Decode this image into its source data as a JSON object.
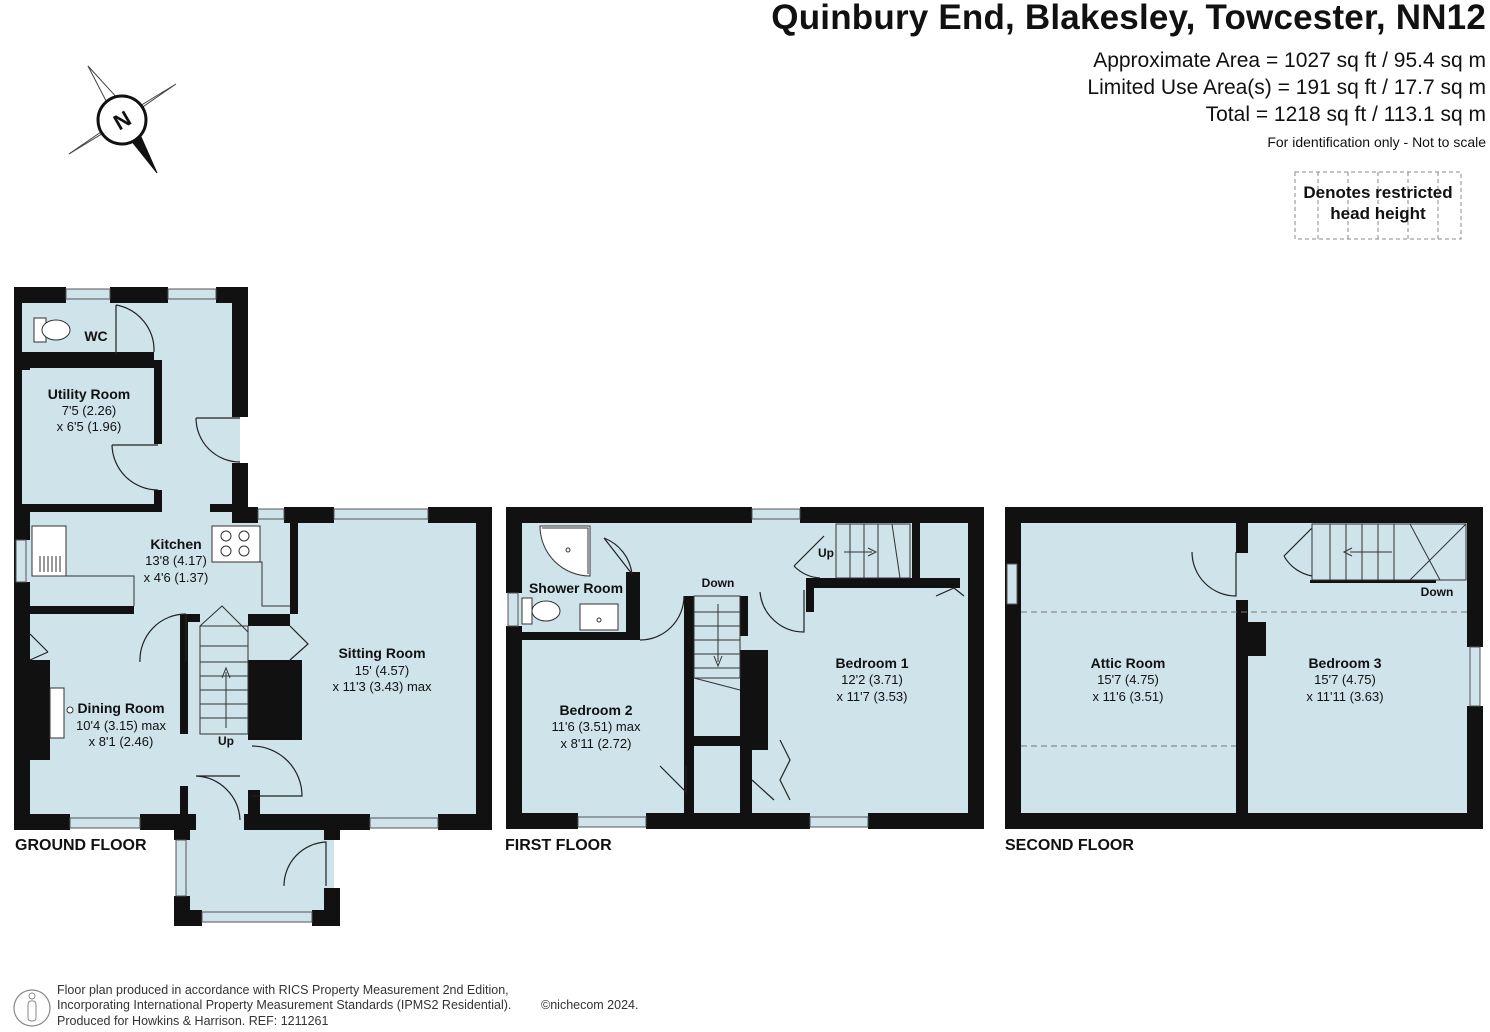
{
  "header": {
    "title": "Quinbury End, Blakesley, Towcester, NN12",
    "approximate_area": "Approximate Area = 1027 sq ft / 95.4 sq m",
    "limited_use_area": "Limited Use Area(s) = 191 sq ft / 17.7 sq m",
    "total_area": "Total = 1218 sq ft / 113.1 sq m",
    "note": "For identification only - Not to scale"
  },
  "legend": {
    "restricted_label": "Denotes restricted head height"
  },
  "compass": {
    "label": "N",
    "icon": "compass-north-icon"
  },
  "floors": {
    "ground": "GROUND FLOOR",
    "first": "FIRST FLOOR",
    "second": "SECOND FLOOR"
  },
  "rooms": {
    "wc": {
      "name": "WC"
    },
    "utility": {
      "name": "Utility Room",
      "dim1": "7'5 (2.26)",
      "dim2": "x 6'5 (1.96)"
    },
    "kitchen": {
      "name": "Kitchen",
      "dim1": "13'8 (4.17)",
      "dim2": "x 4'6 (1.37)"
    },
    "dining": {
      "name": "Dining Room",
      "dim1": "10'4 (3.15) max",
      "dim2": "x 8'1 (2.46)"
    },
    "sitting": {
      "name": "Sitting Room",
      "dim1": "15' (4.57)",
      "dim2": "x 11'3 (3.43) max"
    },
    "shower": {
      "name": "Shower Room"
    },
    "bedroom2": {
      "name": "Bedroom 2",
      "dim1": "11'6 (3.51) max",
      "dim2": "x 8'11 (2.72)"
    },
    "bedroom1": {
      "name": "Bedroom 1",
      "dim1": "12'2 (3.71)",
      "dim2": "x 11'7 (3.53)"
    },
    "attic": {
      "name": "Attic Room",
      "dim1": "15'7 (4.75)",
      "dim2": "x 11'6 (3.51)"
    },
    "bedroom3": {
      "name": "Bedroom 3",
      "dim1": "15'7 (4.75)",
      "dim2": "x 11'11 (3.63)"
    }
  },
  "stairs": {
    "ground_up": "Up",
    "first_down": "Down",
    "first_up": "Up",
    "second_down": "Down"
  },
  "footer": {
    "line1": "Floor plan produced in accordance with RICS Property Measurement 2nd Edition,",
    "line2": "Incorporating International Property Measurement Standards (IPMS2 Residential).",
    "line3": "Produced for Howkins & Harrison.   REF: 1211261",
    "copyright": "©nichecom 2024."
  },
  "colors": {
    "room_fill": "#cfe3ea",
    "wall": "#111111"
  }
}
